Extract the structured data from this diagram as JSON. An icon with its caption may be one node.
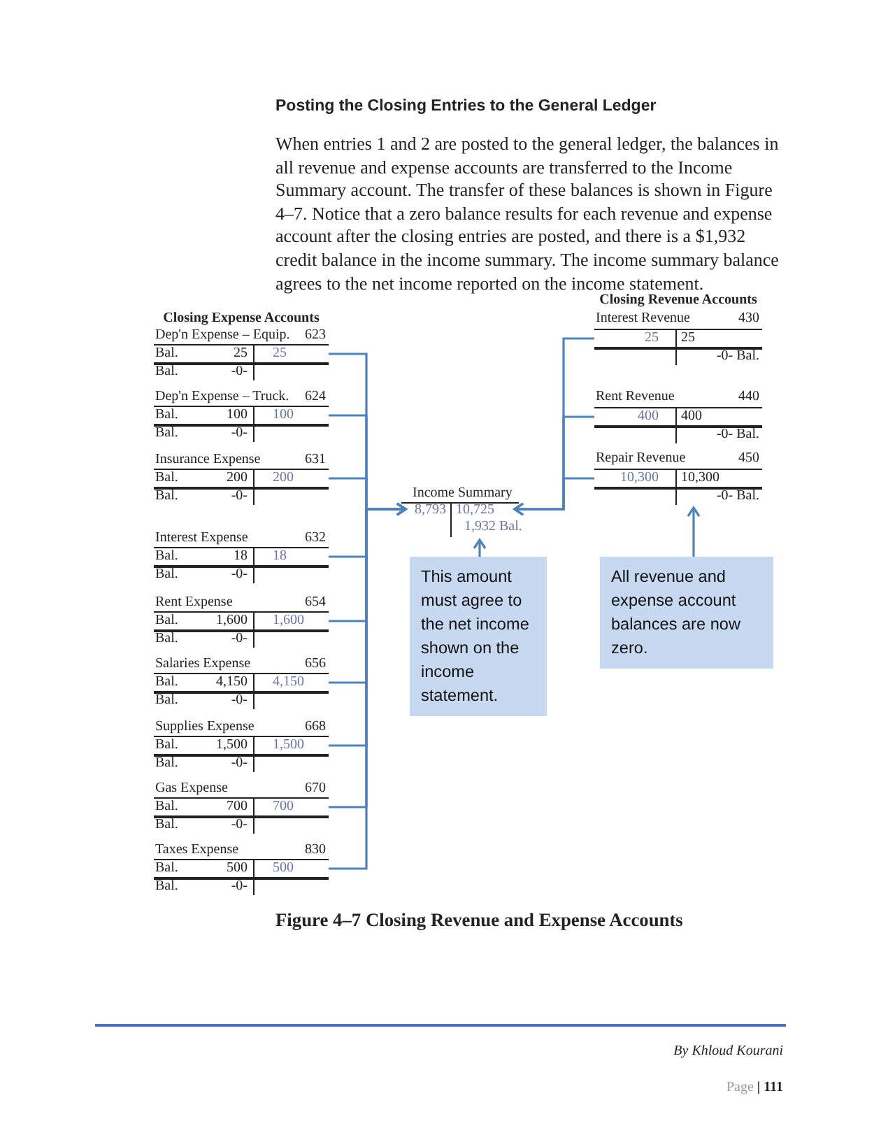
{
  "diagram": {
    "title": "Posting the Closing Entries to the General Ledger",
    "caption": "Figure 4–7 Closing Revenue and Expense Accounts",
    "nodes": [
      {
        "text": [
          "Dep'n Expense – Equip.",
          "623",
          "Bal.",
          "25",
          "25",
          "Bal.",
          "-0-"
        ]
      },
      {
        "text": [
          "Dep'n Expense – Truck.",
          "624",
          "Bal.",
          "100",
          "100",
          "Bal.",
          "-0-"
        ]
      },
      {
        "text": [
          "Insurance Expense",
          "631",
          "Bal.",
          "200",
          "200",
          "Bal.",
          "-0-"
        ]
      },
      {
        "text": [
          "Interest Expense",
          "632",
          "Bal.",
          "18",
          "18",
          "Bal.",
          "-0-"
        ]
      },
      {
        "text": [
          "Rent Expense",
          "654",
          "Bal.",
          "1,600",
          "1,600",
          "Bal.",
          "-0-"
        ]
      },
      {
        "text": [
          "Salaries Expense",
          "656",
          "Bal.",
          "4,150",
          "4,150",
          "Bal.",
          "-0-"
        ]
      },
      {
        "text": [
          "Supplies Expense",
          "668",
          "Bal.",
          "1,500",
          "1,500",
          "Bal.",
          "-0-"
        ]
      },
      {
        "text": [
          "Gas Expense",
          "670",
          "Bal.",
          "700",
          "700",
          "Bal.",
          "-0-"
        ]
      },
      {
        "text": [
          "Taxes Expense",
          "830",
          "Bal.",
          "500",
          "500",
          "Bal.",
          "-0-"
        ]
      },
      {
        "text": [
          "Interest Revenue",
          "430",
          "25",
          "25",
          "-0- Bal."
        ]
      },
      {
        "text": [
          "Rent Revenue",
          "440",
          "400",
          "400",
          "-0- Bal."
        ]
      },
      {
        "text": [
          "Repair Revenue",
          "450",
          "10,300",
          "10,300",
          "-0- Bal."
        ]
      },
      {
        "text": [
          "Income Summary",
          "8,793",
          "10,725",
          "1,932 Bal."
        ]
      },
      {
        "text": [
          "This amount must agree to the net income shown on the income statement."
        ]
      },
      {
        "text": [
          "All revenue and expense account balances are now zero."
        ]
      }
    ],
    "edges": [
      {
        "from": 0,
        "to": 12,
        "arrow": "to"
      },
      {
        "from": 1,
        "to": 12,
        "arrow": "to"
      },
      {
        "from": 2,
        "to": 12,
        "arrow": "to"
      },
      {
        "from": 3,
        "to": 12,
        "arrow": "to"
      },
      {
        "from": 4,
        "to": 12,
        "arrow": "to"
      },
      {
        "from": 5,
        "to": 12,
        "arrow": "to"
      },
      {
        "from": 6,
        "to": 12,
        "arrow": "to"
      },
      {
        "from": 7,
        "to": 12,
        "arrow": "to"
      },
      {
        "from": 8,
        "to": 12,
        "arrow": "to"
      },
      {
        "from": 9,
        "to": 12,
        "arrow": "to"
      },
      {
        "from": 10,
        "to": 12,
        "arrow": "to"
      },
      {
        "from": 11,
        "to": 12,
        "arrow": "to"
      },
      {
        "from": 13,
        "to": 12,
        "arrow": "to"
      },
      {
        "from": 14,
        "to": 11,
        "arrow": "to"
      }
    ],
    "labels": [
      "When entries 1 and 2 are posted to the general ledger, the balances in all revenue and expense accounts are transferred to the Income Summary account. The transfer of these balances is shown in Figure 4–7. Notice that a zero balance results for each revenue and expense account after the closing entries are posted, and there is a $1,932 credit balance in the income summary. The income summary balance agrees to the net income reported on the income statement.",
      "Closing Expense Accounts",
      "Closing Revenue Accounts",
      "By Khloud Kourani",
      "Page **| 111**"
    ]
  }
}
